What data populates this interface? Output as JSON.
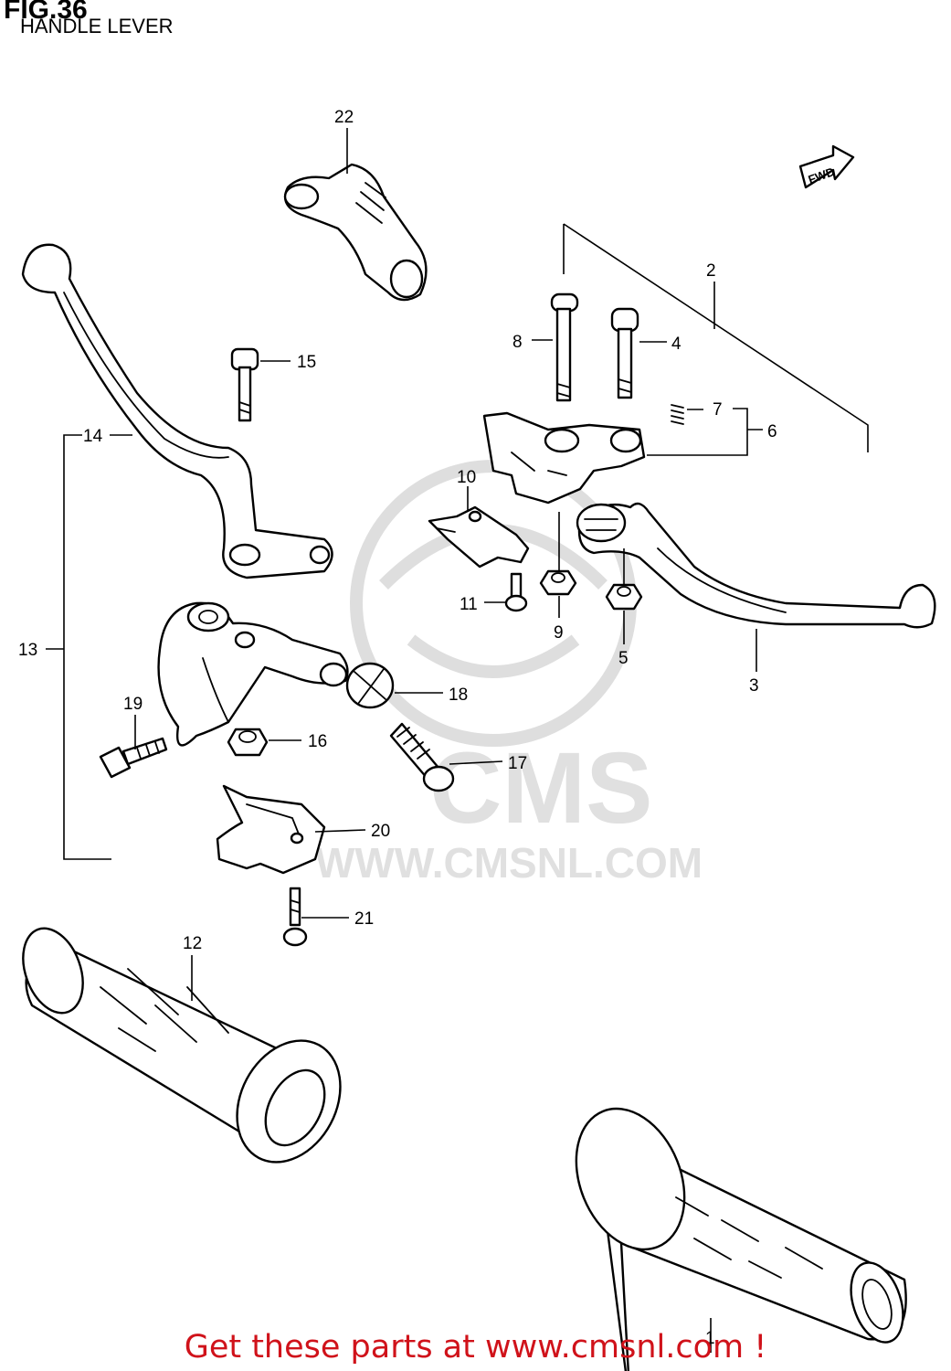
{
  "header": {
    "figure": "FIG.36",
    "subtitle": "HANDLE LEVER"
  },
  "fwd_badge": "FWD",
  "watermark": {
    "brand": "CMS",
    "url": "WWW.CMSNL.COM",
    "color": "#dcdcdc"
  },
  "part_numbers": [
    "1",
    "2",
    "3",
    "4",
    "5",
    "6",
    "7",
    "8",
    "9",
    "10",
    "11",
    "12",
    "13",
    "14",
    "15",
    "16",
    "17",
    "18",
    "19",
    "20",
    "21",
    "22"
  ],
  "footer": {
    "text": "Get these parts at www.cmsnl.com !",
    "color": "#d0121a"
  }
}
